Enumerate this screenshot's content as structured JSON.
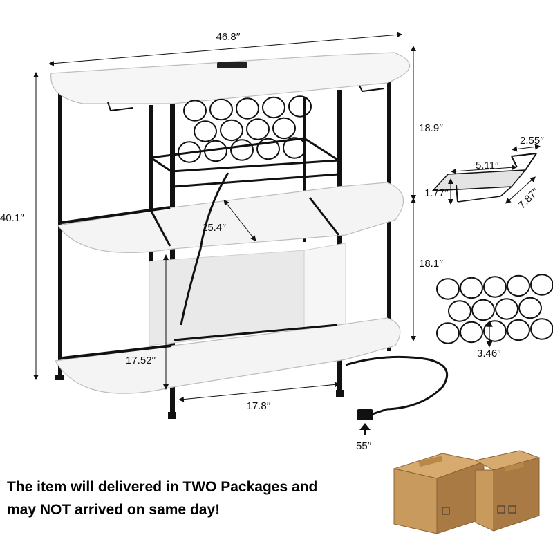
{
  "product": {
    "dimensions": {
      "width": "46.8′′",
      "height": "40.1′′",
      "upper_height": "18.9′′",
      "lower_height": "18.1′′",
      "shelf_depth": "15.4′′",
      "cabinet_height": "17.52′′",
      "cabinet_width": "17.8′′",
      "cord_length": "55′′"
    },
    "glass_holder": {
      "width": "2.55′′",
      "length": "5.11′′",
      "height": "1.77′′",
      "depth": "7.87′′"
    },
    "wine_rack": {
      "ring_diameter": "3.46′′",
      "rows": [
        5,
        4,
        5
      ]
    }
  },
  "notice": {
    "line1": "The item will delivered in TWO Packages and",
    "line2": "may NOT arrived on same day!"
  },
  "colors": {
    "frame": "#111111",
    "board": "#f4f4f4",
    "box": "#c99a5e",
    "box_dark": "#a97a44"
  }
}
